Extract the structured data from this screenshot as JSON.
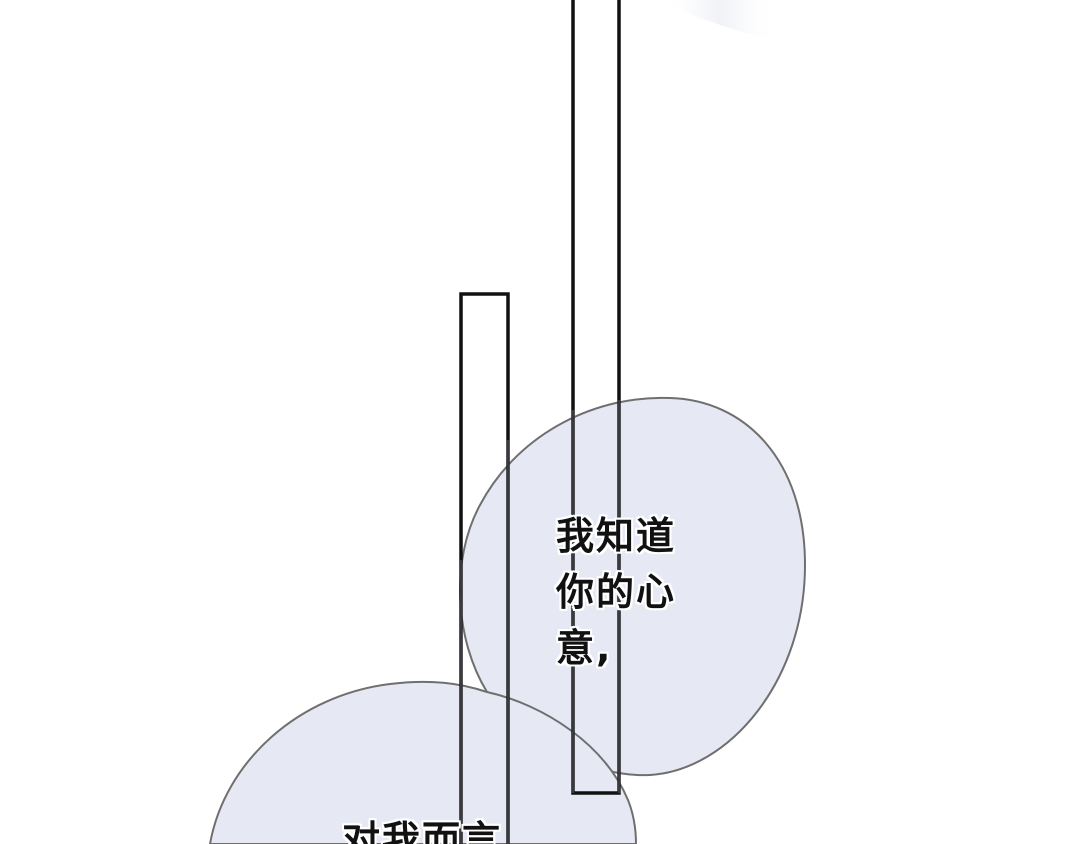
{
  "panel": {
    "background": "#ffffff",
    "bubble_fill": "#e6e9f3",
    "bubble_stroke": "#6f6f6f",
    "frame_stroke": "#111111"
  },
  "bubble_top": {
    "lines": [
      "我知道",
      "你的心",
      "意,"
    ]
  },
  "bubble_bottom": {
    "lines": [
      "对我而言"
    ]
  }
}
